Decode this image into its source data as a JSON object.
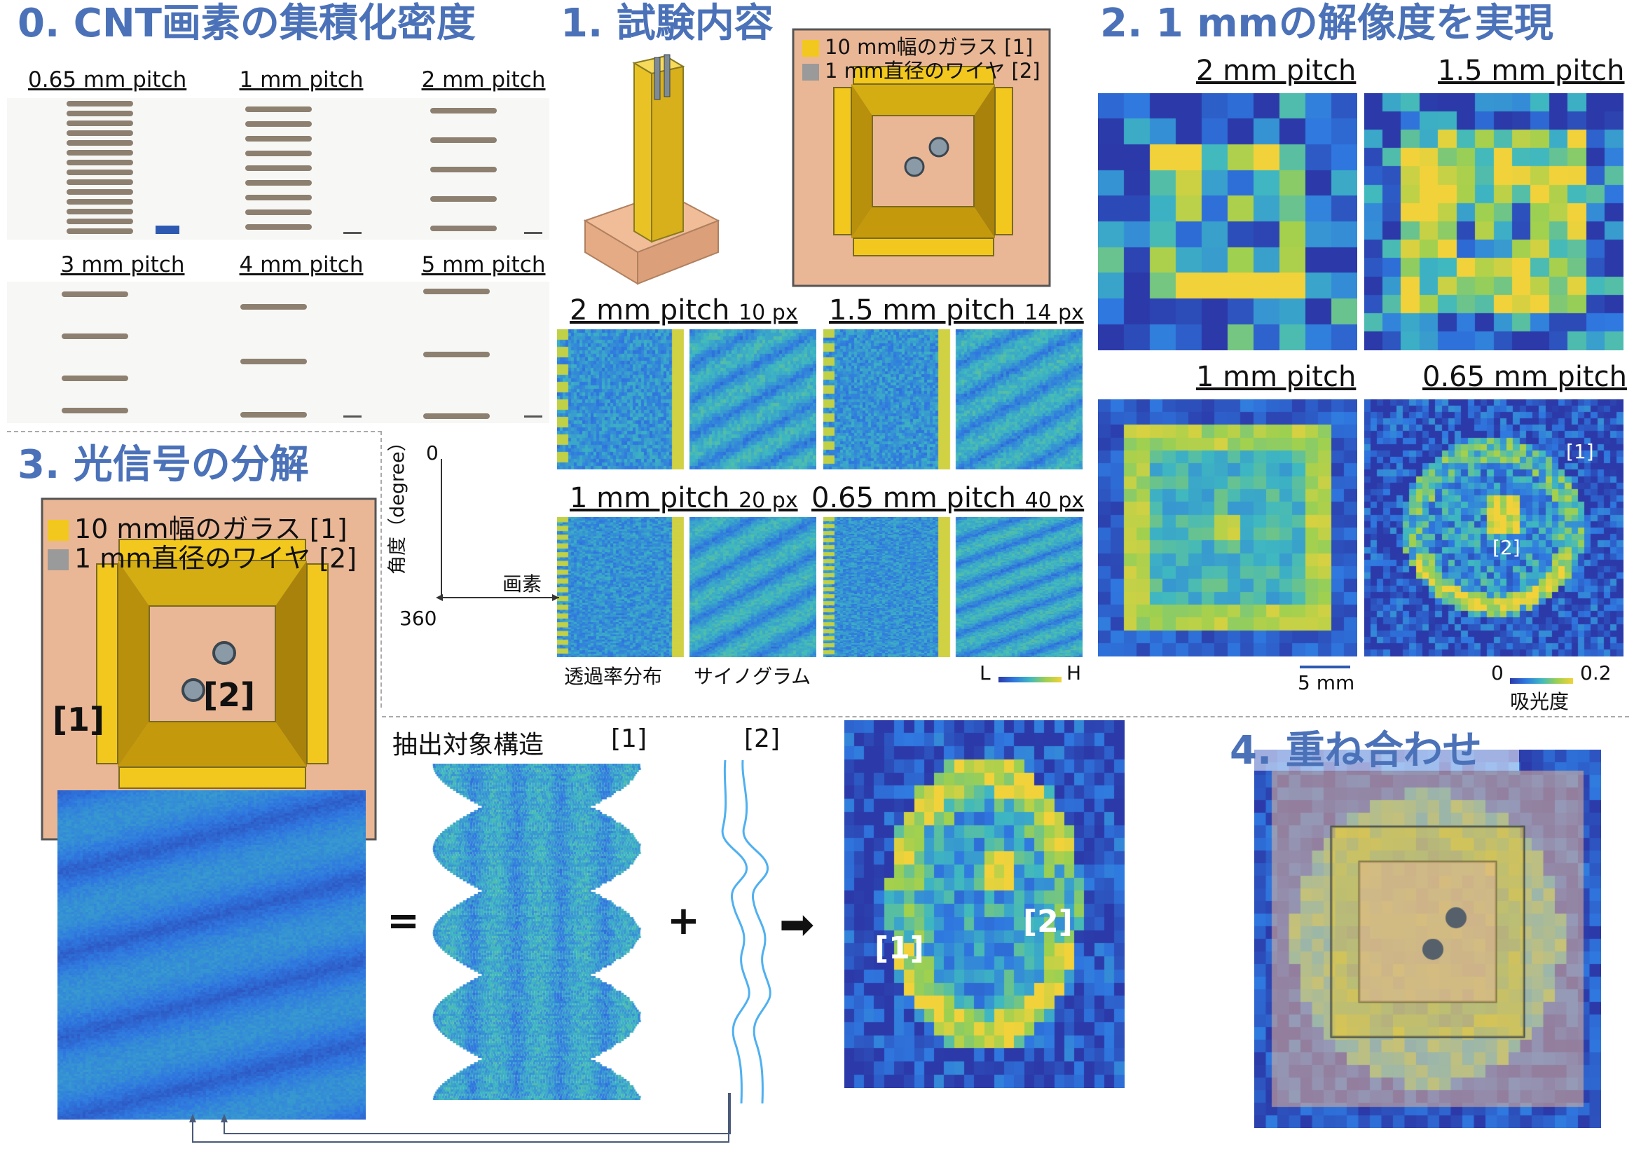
{
  "sections": {
    "s0": "0. CNT画素の集積化密度",
    "s1": "1. 試験内容",
    "s2": "2. 1 mmの解像度を実現",
    "s3": "3. 光信号の分解",
    "s4": "4. 重ね合わせ"
  },
  "cnt_photos": [
    {
      "label": "0.65 mm pitch"
    },
    {
      "label": "1 mm pitch"
    },
    {
      "label": "2 mm pitch"
    },
    {
      "label": "3 mm pitch"
    },
    {
      "label": "4 mm pitch"
    },
    {
      "label": "5 mm pitch"
    }
  ],
  "legend": {
    "glass": "10 mm幅のガラス [1]",
    "wire": "1 mm直径のワイヤ [2]",
    "glass_color": "#f2c81e",
    "wire_color": "#9a9a9a"
  },
  "sinograms": [
    {
      "pitch": "2 mm pitch",
      "px": "10 px"
    },
    {
      "pitch": "1.5 mm pitch",
      "px": "14 px"
    },
    {
      "pitch": "1 mm pitch",
      "px": "20 px"
    },
    {
      "pitch": "0.65 mm pitch",
      "px": "40 px"
    }
  ],
  "sino_captions": {
    "transmittance": "透過率分布",
    "sinogram": "サイノグラム",
    "low": "L",
    "high": "H"
  },
  "axis": {
    "angle": "角度",
    "degree": "（degree）",
    "zero": "0",
    "max": "360",
    "pixel": "画素"
  },
  "recon": {
    "labels": [
      "2 mm pitch",
      "1.5 mm pitch",
      "1 mm pitch",
      "0.65 mm pitch"
    ],
    "scale": "5 mm",
    "cbar_min": "0",
    "cbar_max": "0.2",
    "cbar_label": "吸光度",
    "mark1": "[1]",
    "mark2": "[2]"
  },
  "decomp": {
    "extract": "抽出対象構造",
    "mark1": "[1]",
    "mark2": "[2]",
    "equals": "=",
    "plus": "+",
    "arrow": "➡"
  },
  "colors": {
    "title_blue": "#4b72b8",
    "map_dark": "#2b3aa8",
    "map_yellow": "#f2d23a",
    "bg_peach": "#eab796"
  }
}
